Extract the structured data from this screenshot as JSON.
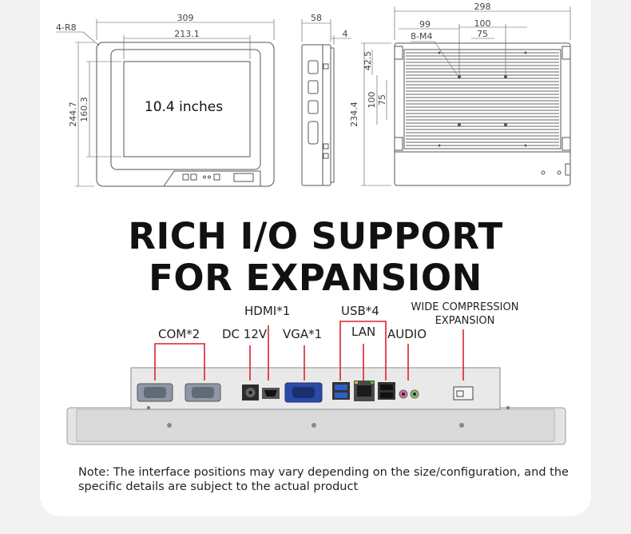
{
  "drawing": {
    "front": {
      "width": "309",
      "screen_width": "213.1",
      "height": "244.7",
      "screen_height": "160.3",
      "corner": "4-R8"
    },
    "side": {
      "depth": "58",
      "bezel": "4"
    },
    "rear": {
      "width": "298",
      "hole_a": "99",
      "hole_b": "100",
      "hole_c": "75",
      "mount": "8-M4",
      "top_offset": "42.5",
      "v_a": "100",
      "v_b": "75",
      "height": "234.4"
    }
  },
  "screen_label": "10.4 inches",
  "headline": {
    "line1": "RICH I/O SUPPORT",
    "line2": "FOR EXPANSION"
  },
  "io_labels": {
    "com": "COM*2",
    "dc": "DC 12V",
    "hdmi": "HDMI*1",
    "vga": "VGA*1",
    "usb": "USB*4",
    "lan": "LAN",
    "audio": "AUDIO",
    "wide_line1": "WIDE COMPRESSION",
    "wide_line2": "EXPANSION"
  },
  "note": "Note: The interface positions may vary depending on the size/configuration, and the specific details are subject to the actual product",
  "colors": {
    "callout": "#d9242b",
    "line": "#555555"
  }
}
